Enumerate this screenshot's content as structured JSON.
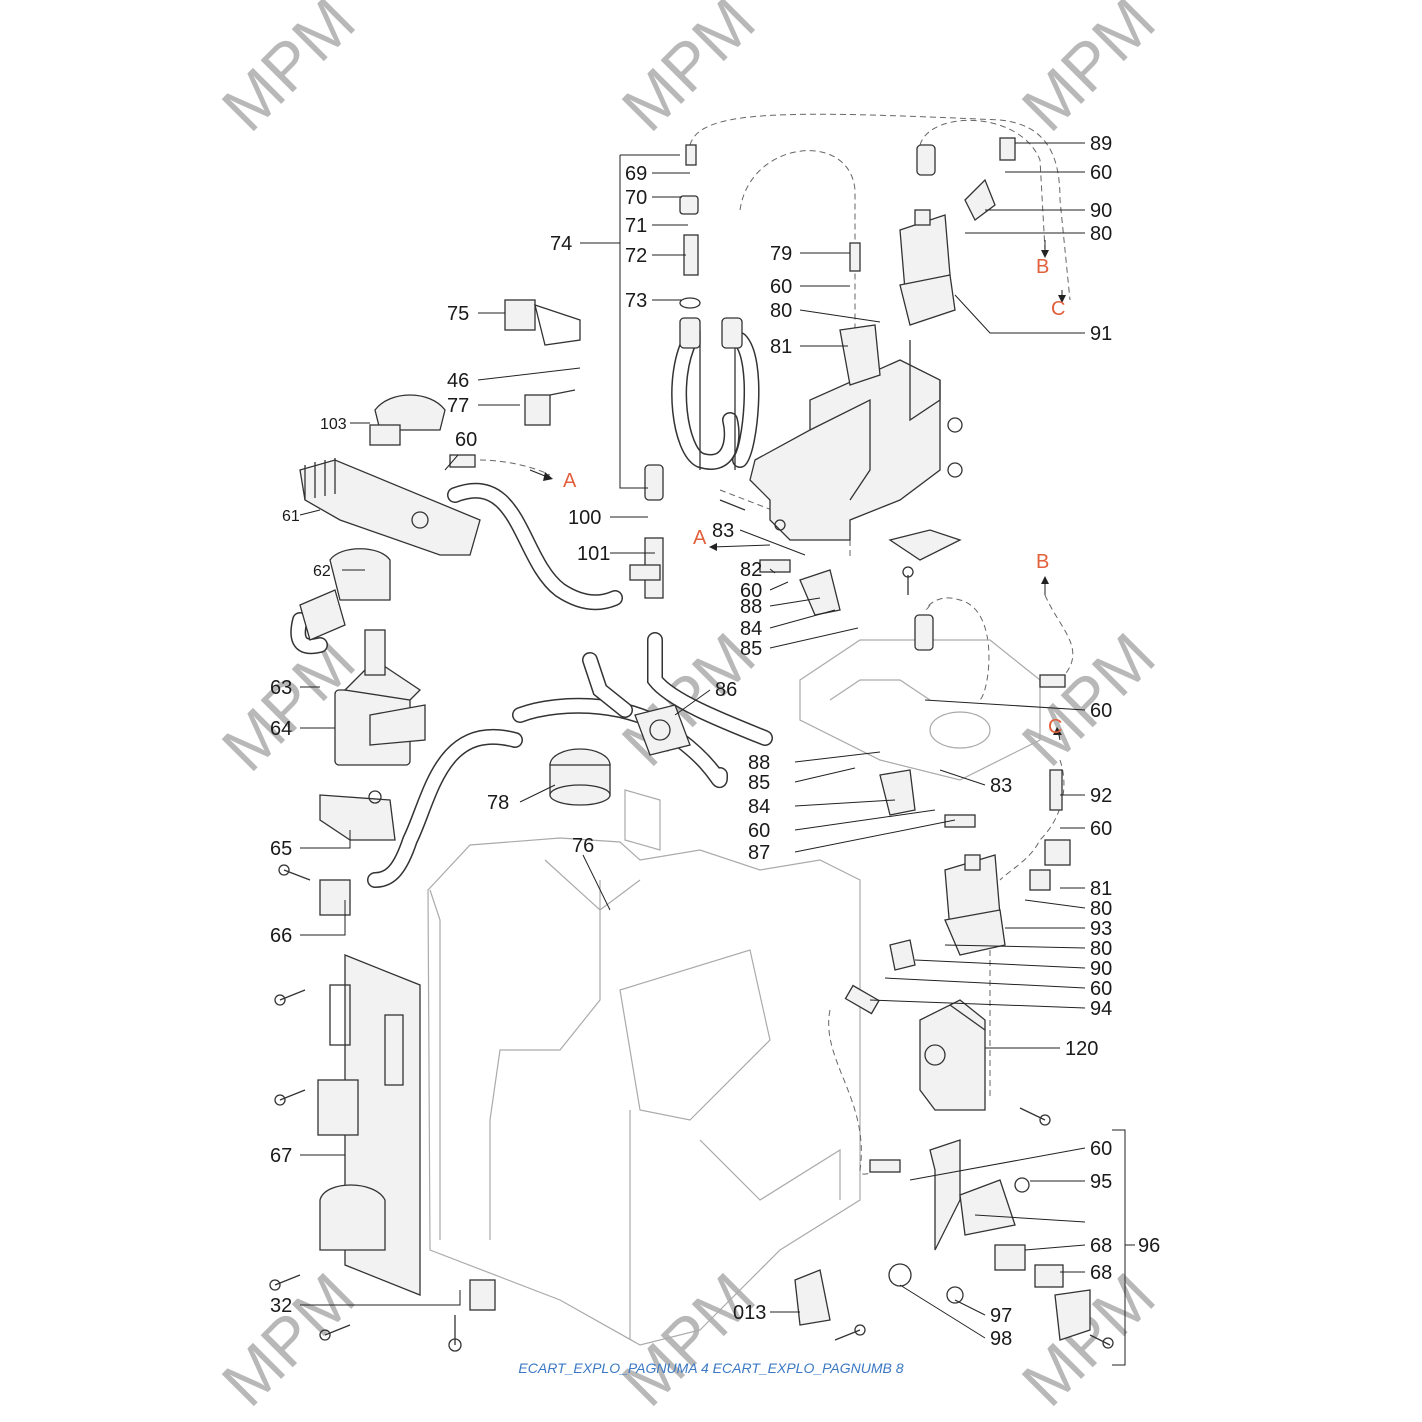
{
  "watermark": "MPM",
  "caption": "ECART_EXPLO_PAGNUMA 4 ECART_EXPLO_PAGNUMB 8",
  "colors": {
    "reference_letter": "#e2603c",
    "caption": "#3a78c4",
    "watermark": "#b8b8b8"
  },
  "part_labels": [
    "69",
    "70",
    "71",
    "72",
    "73",
    "74",
    "75",
    "46",
    "77",
    "103",
    "60",
    "61",
    "62",
    "63",
    "64",
    "65",
    "66",
    "67",
    "32",
    "013",
    "76",
    "78",
    "86",
    "100",
    "101",
    "79",
    "60",
    "80",
    "81",
    "83",
    "82",
    "60",
    "88",
    "84",
    "85",
    "89",
    "60",
    "90",
    "80",
    "91",
    "88",
    "85",
    "84",
    "60",
    "87",
    "83",
    "60",
    "92",
    "60",
    "81",
    "80",
    "93",
    "80",
    "90",
    "60",
    "94",
    "120",
    "60",
    "95",
    "96",
    "68",
    "68",
    "97",
    "98"
  ],
  "reference_letters": [
    "A",
    "A",
    "B",
    "C",
    "B",
    "C"
  ]
}
